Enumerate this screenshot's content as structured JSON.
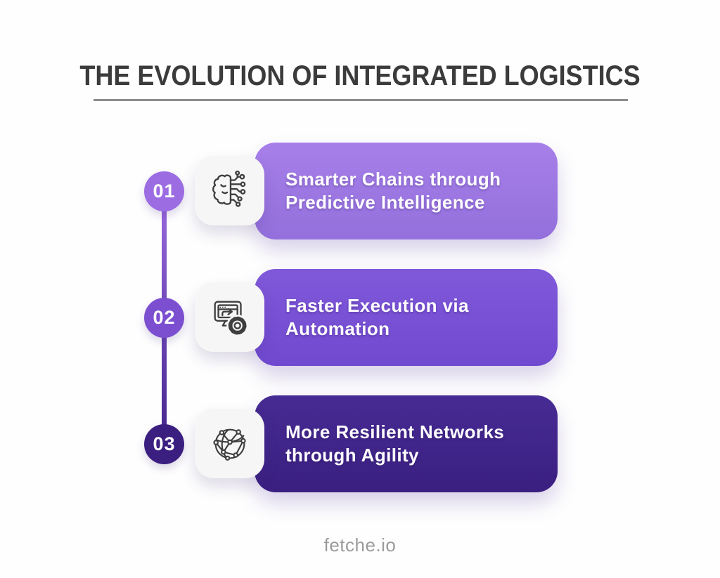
{
  "canvas": {
    "background": "#fefefe"
  },
  "header": {
    "title": "THE EVOLUTION OF INTEGRATED LOGISTICS",
    "title_color": "#3b3b3b",
    "underline_color": "#8c8c8c"
  },
  "timeline": {
    "line_gradient": [
      "#9c6ce2",
      "#43248c"
    ]
  },
  "steps": [
    {
      "number": "01",
      "icon": "ai-brain-circuit-icon",
      "label": "Smarter Chains through Predictive Intelligence",
      "label_lines": [
        "Smarter Chains through",
        "Predictive Intelligence"
      ],
      "card_gradient": [
        "#a77fe9",
        "#9370dc"
      ],
      "circle_color": "#9c6ce2"
    },
    {
      "number": "02",
      "icon": "monitor-gear-automation-icon",
      "label": "Faster Execution via Automation",
      "label_lines": [
        "Faster Execution via",
        "Automation"
      ],
      "card_gradient": [
        "#8059da",
        "#7049cf"
      ],
      "circle_color": "#7c4fd0"
    },
    {
      "number": "03",
      "icon": "network-globe-icon",
      "label": "More Resilient Networks through Agility",
      "label_lines": [
        "More Resilient Networks",
        "through Agility"
      ],
      "card_gradient": [
        "#472b94",
        "#3a1f80"
      ],
      "circle_color": "#3a1e80"
    }
  ],
  "footer": {
    "brand": "fetche.io",
    "color": "#9b9b9b"
  }
}
